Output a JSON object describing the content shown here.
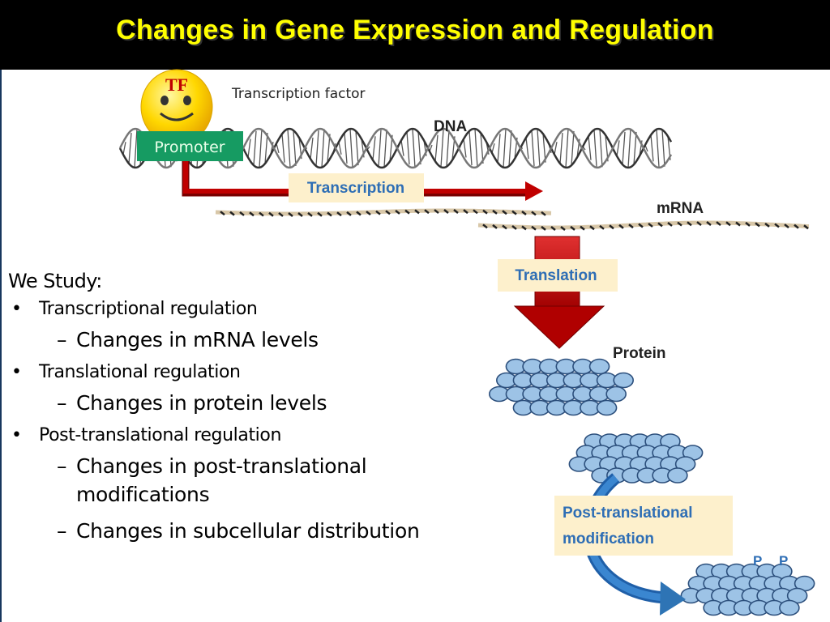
{
  "slide": {
    "title": "Changes in Gene Expression and Regulation"
  },
  "diagram": {
    "tf_label": "TF",
    "tf_caption": "Transcription factor",
    "promoter": "Promoter",
    "dna": "DNA",
    "transcription": "Transcription",
    "mrna": "mRNA",
    "translation": "Translation",
    "protein": "Protein",
    "ptm_line1": "Post-translational",
    "ptm_line2": "modification",
    "phospho_1": "P",
    "phospho_2": "P"
  },
  "study": {
    "heading": "We Study:",
    "items": [
      {
        "label": "Transcriptional regulation",
        "sub": [
          "Changes in mRNA levels"
        ]
      },
      {
        "label": "Translational regulation",
        "sub": [
          "Changes in protein levels"
        ]
      },
      {
        "label": "Post-translational regulation",
        "sub": [
          "Changes in post-translational modifications",
          "Changes in subcellular distribution"
        ]
      }
    ]
  },
  "colors": {
    "title_bg": "#000000",
    "title_text": "#ffff00",
    "arrow_red": "#c00000",
    "arrow_blue": "#2e74b5",
    "promoter_bg": "#169b62",
    "label_box": "#fdf0cc",
    "label_text": "#2e6eb5",
    "protein_fill": "#9dc3e6"
  }
}
